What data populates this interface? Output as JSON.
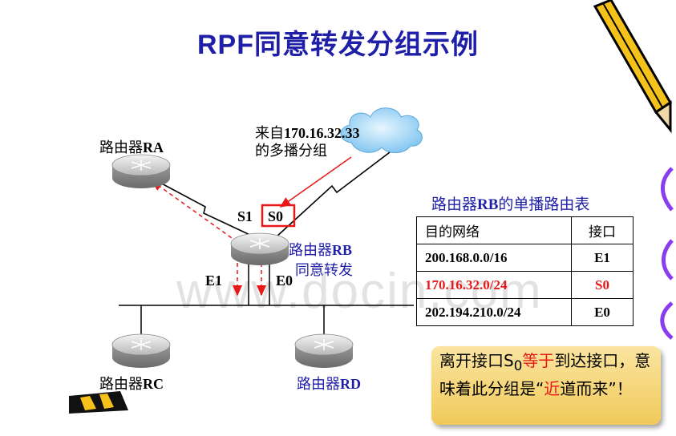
{
  "title": "RPF同意转发分组示例",
  "source": {
    "line1_prefix": "来自",
    "line1_addr": "170.16.32.33",
    "line2": "的多播分组"
  },
  "routers": {
    "ra": {
      "prefix": "路由器",
      "name": "RA"
    },
    "rb": {
      "prefix": "路由器",
      "name": "RB",
      "note": "同意转发"
    },
    "rc": {
      "prefix": "路由器",
      "name": "RC"
    },
    "rd": {
      "prefix": "路由器",
      "name": "RD"
    }
  },
  "interfaces": {
    "s1": "S1",
    "s0": "S0",
    "e1": "E1",
    "e0": "E0"
  },
  "table": {
    "title_prefix": "路由器",
    "title_name": "RB",
    "title_suffix": "的单播路由表",
    "headers": [
      "目的网络",
      "接口"
    ],
    "rows": [
      {
        "net": "200.168.0.0/16",
        "iface": "E1"
      },
      {
        "net": "170.16.32.0/24",
        "iface": "S0"
      },
      {
        "net": "202.194.210.0/24",
        "iface": "E0"
      }
    ]
  },
  "callout": {
    "part1": "离开接口S",
    "sub": "0",
    "red1": "等于",
    "part2": "到达接口，意味着此分组是",
    "quote_open": "“",
    "red2": "近",
    "part3": "道而来",
    "quote_close": "”！"
  },
  "watermark": "www.docin.com",
  "colors": {
    "title": "#1f1fa8",
    "highlight": "#e81818",
    "callout_bg": "#f4d27a"
  }
}
